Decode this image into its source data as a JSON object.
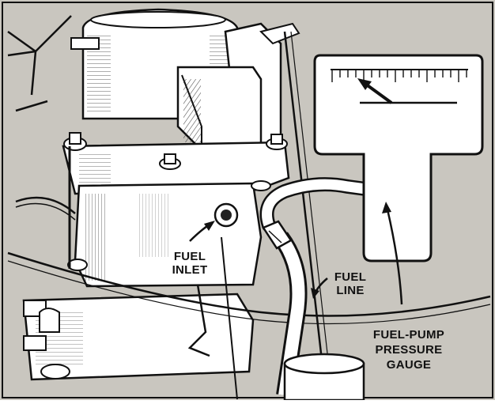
{
  "labels": {
    "fuel_inlet_1": "FUEL",
    "fuel_inlet_2": "INLET",
    "fuel_line_1": "FUEL",
    "fuel_line_2": "LINE",
    "gauge_1": "FUEL-PUMP",
    "gauge_2": "PRESSURE",
    "gauge_3": "GAUGE"
  },
  "colors": {
    "background": "#c9c6bf",
    "ink": "#111111",
    "paper": "#ffffff"
  },
  "icons": [
    "carburetor",
    "fuel-line-hose",
    "pressure-gauge",
    "pointer-arrow"
  ]
}
